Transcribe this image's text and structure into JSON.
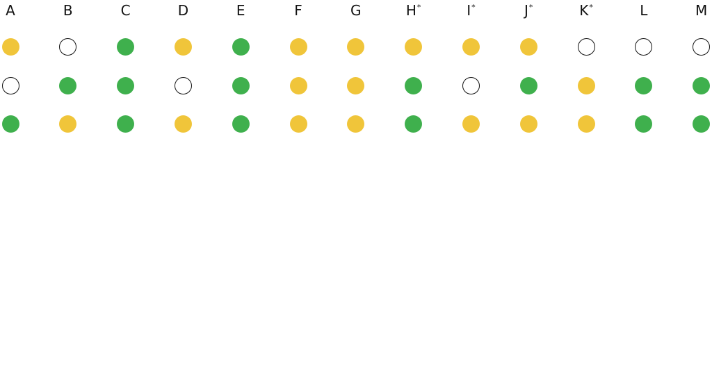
{
  "colors": {
    "yellow": "#F0C53A",
    "green": "#3FB04D",
    "empty": "#FFFFFF",
    "outline": "#111111"
  },
  "columns": [
    {
      "label": "A",
      "marker": "",
      "dots": [
        "yellow",
        "empty",
        "green"
      ]
    },
    {
      "label": "B",
      "marker": "",
      "dots": [
        "empty",
        "green",
        "yellow"
      ]
    },
    {
      "label": "C",
      "marker": "",
      "dots": [
        "green",
        "green",
        "green"
      ]
    },
    {
      "label": "D",
      "marker": "",
      "dots": [
        "yellow",
        "empty",
        "yellow"
      ]
    },
    {
      "label": "E",
      "marker": "",
      "dots": [
        "green",
        "green",
        "green"
      ]
    },
    {
      "label": "F",
      "marker": "",
      "dots": [
        "yellow",
        "yellow",
        "yellow"
      ]
    },
    {
      "label": "G",
      "marker": "",
      "dots": [
        "yellow",
        "yellow",
        "yellow"
      ]
    },
    {
      "label": "H",
      "marker": "*",
      "dots": [
        "yellow",
        "green",
        "green"
      ]
    },
    {
      "label": "I",
      "marker": "*",
      "dots": [
        "yellow",
        "empty",
        "yellow"
      ]
    },
    {
      "label": "J",
      "marker": "*",
      "dots": [
        "yellow",
        "green",
        "yellow"
      ]
    },
    {
      "label": "K",
      "marker": "*",
      "dots": [
        "empty",
        "yellow",
        "yellow"
      ]
    },
    {
      "label": "L",
      "marker": "",
      "dots": [
        "empty",
        "green",
        "green"
      ]
    },
    {
      "label": "M",
      "marker": "",
      "dots": [
        "empty",
        "green",
        "green"
      ]
    }
  ]
}
